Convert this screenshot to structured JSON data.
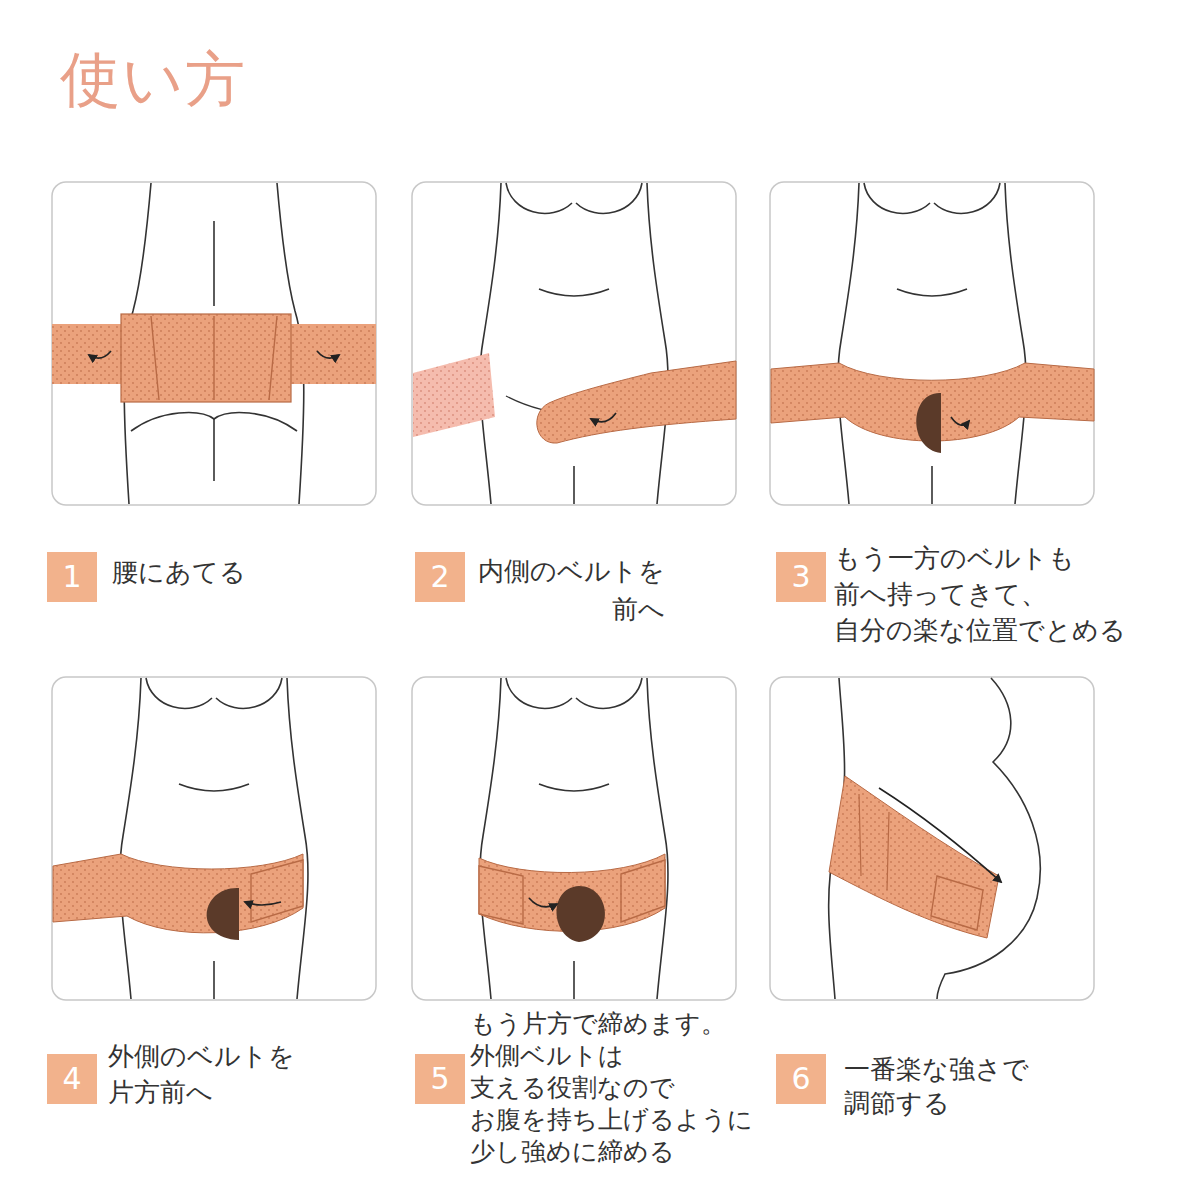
{
  "diagram": {
    "title": "使い方",
    "nodes": [
      {
        "text": [
          "1",
          "腰にあてる"
        ]
      },
      {
        "text": [
          "2",
          "内側のベルトを 前へ"
        ]
      },
      {
        "text": [
          "3",
          "もう一方のベルトも 前へ持ってきて、 自分の楽な位置でとめる"
        ]
      },
      {
        "text": [
          "4",
          "外側のベルトを 片方前へ"
        ]
      },
      {
        "text": [
          "5",
          "もう片方で締めます。 外側ベルトは 支える役割なので お腹を持ち上げるように 少し強めに締める"
        ]
      },
      {
        "text": [
          "6",
          "一番楽な強さで 調節する"
        ]
      }
    ]
  }
}
